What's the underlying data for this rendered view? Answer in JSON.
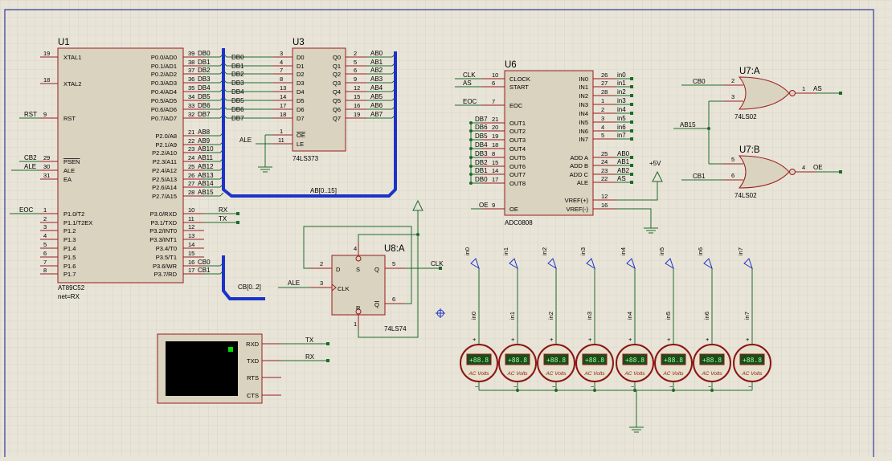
{
  "u1": {
    "ref": "U1",
    "part": "AT89C52",
    "prop": "net=RX",
    "left": [
      {
        "n": "19",
        "l": "XTAL1"
      },
      {
        "n": "18",
        "l": "XTAL2"
      },
      {
        "n": "9",
        "l": "RST"
      },
      {
        "n": "29",
        "l": "PSEN"
      },
      {
        "n": "30",
        "l": "ALE"
      },
      {
        "n": "31",
        "l": "EA"
      },
      {
        "n": "1",
        "l": "P1.0/T2"
      },
      {
        "n": "2",
        "l": "P1.1/T2EX"
      },
      {
        "n": "3",
        "l": "P1.2"
      },
      {
        "n": "4",
        "l": "P1.3"
      },
      {
        "n": "5",
        "l": "P1.4"
      },
      {
        "n": "6",
        "l": "P1.5"
      },
      {
        "n": "7",
        "l": "P1.6"
      },
      {
        "n": "8",
        "l": "P1.7"
      }
    ],
    "right": [
      {
        "n": "39",
        "l": "P0.0/AD0",
        "net": "DB0"
      },
      {
        "n": "38",
        "l": "P0.1/AD1",
        "net": "DB1"
      },
      {
        "n": "37",
        "l": "P0.2/AD2",
        "net": "DB2"
      },
      {
        "n": "36",
        "l": "P0.3/AD3",
        "net": "DB3"
      },
      {
        "n": "35",
        "l": "P0.4/AD4",
        "net": "DB4"
      },
      {
        "n": "34",
        "l": "P0.5/AD5",
        "net": "DB5"
      },
      {
        "n": "33",
        "l": "P0.6/AD6",
        "net": "DB6"
      },
      {
        "n": "32",
        "l": "P0.7/AD7",
        "net": "DB7"
      },
      {
        "n": "21",
        "l": "P2.0/A8",
        "net": "AB8"
      },
      {
        "n": "22",
        "l": "P2.1/A9",
        "net": "AB9"
      },
      {
        "n": "23",
        "l": "P2.2/A10",
        "net": "AB10"
      },
      {
        "n": "24",
        "l": "P2.3/A11",
        "net": "AB11"
      },
      {
        "n": "25",
        "l": "P2.4/A12",
        "net": "AB12"
      },
      {
        "n": "26",
        "l": "P2.5/A13",
        "net": "AB13"
      },
      {
        "n": "27",
        "l": "P2.6/A14",
        "net": "AB14"
      },
      {
        "n": "28",
        "l": "P2.7/A15",
        "net": "AB15"
      },
      {
        "n": "10",
        "l": "P3.0/RXD",
        "net": ""
      },
      {
        "n": "11",
        "l": "P3.1/TXD",
        "net": ""
      },
      {
        "n": "12",
        "l": "P3.2/INT0",
        "net": ""
      },
      {
        "n": "13",
        "l": "P3.3/INT1",
        "net": ""
      },
      {
        "n": "14",
        "l": "P3.4/T0",
        "net": ""
      },
      {
        "n": "15",
        "l": "P3.5/T1",
        "net": ""
      },
      {
        "n": "16",
        "l": "P3.6/WR",
        "net": "CB0"
      },
      {
        "n": "17",
        "l": "P3.7/RD",
        "net": "CB1"
      }
    ],
    "netlabels": {
      "rst": "RST",
      "cb2": "CB2",
      "ale": "ALE",
      "eoc": "EOC",
      "rx": "RX",
      "tx": "TX"
    }
  },
  "u3": {
    "ref": "U3",
    "part": "74LS373",
    "left": [
      {
        "n": "3",
        "l": "D0",
        "net": "DB0"
      },
      {
        "n": "4",
        "l": "D1",
        "net": "DB1"
      },
      {
        "n": "7",
        "l": "D2",
        "net": "DB2"
      },
      {
        "n": "8",
        "l": "D3",
        "net": "DB3"
      },
      {
        "n": "13",
        "l": "D4",
        "net": "DB4"
      },
      {
        "n": "14",
        "l": "D5",
        "net": "DB5"
      },
      {
        "n": "17",
        "l": "D6",
        "net": "DB6"
      },
      {
        "n": "18",
        "l": "D7",
        "net": "DB7"
      }
    ],
    "right": [
      {
        "n": "2",
        "l": "Q0",
        "net": "AB0"
      },
      {
        "n": "5",
        "l": "Q1",
        "net": "AB1"
      },
      {
        "n": "6",
        "l": "Q2",
        "net": "AB2"
      },
      {
        "n": "9",
        "l": "Q3",
        "net": "AB3"
      },
      {
        "n": "12",
        "l": "Q4",
        "net": "AB4"
      },
      {
        "n": "15",
        "l": "Q5",
        "net": "AB5"
      },
      {
        "n": "16",
        "l": "Q6",
        "net": "AB6"
      },
      {
        "n": "19",
        "l": "Q7",
        "net": "AB7"
      }
    ],
    "oe": {
      "n": "1",
      "l": "OE"
    },
    "le": {
      "n": "11",
      "l": "LE"
    },
    "ale": "ALE"
  },
  "buses": {
    "ab": "AB[0..15]",
    "cb": "CB[0..2]"
  },
  "u6": {
    "ref": "U6",
    "part": "ADC0808",
    "left": [
      {
        "n": "10",
        "l": "CLOCK",
        "net": "CLK"
      },
      {
        "n": "6",
        "l": "START",
        "net": "AS"
      },
      {
        "n": "7",
        "l": "EOC",
        "net": "EOC"
      },
      {
        "n": "21",
        "l": "OUT1",
        "net": "DB7"
      },
      {
        "n": "20",
        "l": "OUT2",
        "net": "DB6"
      },
      {
        "n": "19",
        "l": "OUT3",
        "net": "DB5"
      },
      {
        "n": "18",
        "l": "OUT4",
        "net": "DB4"
      },
      {
        "n": "8",
        "l": "OUT5",
        "net": "DB3"
      },
      {
        "n": "15",
        "l": "OUT6",
        "net": "DB2"
      },
      {
        "n": "14",
        "l": "OUT7",
        "net": "DB1"
      },
      {
        "n": "17",
        "l": "OUT8",
        "net": "DB0"
      },
      {
        "n": "9",
        "l": "OE",
        "net": "OE"
      }
    ],
    "right": [
      {
        "n": "26",
        "l": "IN0",
        "net": "in0"
      },
      {
        "n": "27",
        "l": "IN1",
        "net": "in1"
      },
      {
        "n": "28",
        "l": "IN2",
        "net": "in2"
      },
      {
        "n": "1",
        "l": "IN3",
        "net": "in3"
      },
      {
        "n": "2",
        "l": "IN4",
        "net": "in4"
      },
      {
        "n": "3",
        "l": "IN5",
        "net": "in5"
      },
      {
        "n": "4",
        "l": "IN6",
        "net": "in6"
      },
      {
        "n": "5",
        "l": "IN7",
        "net": "in7"
      },
      {
        "n": "25",
        "l": "ADD A",
        "net": "AB0"
      },
      {
        "n": "24",
        "l": "ADD B",
        "net": "AB1"
      },
      {
        "n": "23",
        "l": "ADD C",
        "net": "AB2"
      },
      {
        "n": "22",
        "l": "ALE",
        "net": "AS"
      },
      {
        "n": "12",
        "l": "VREF(+)",
        "net": ""
      },
      {
        "n": "16",
        "l": "VREF(-)",
        "net": ""
      }
    ],
    "vcc": "+5V"
  },
  "u7a": {
    "ref": "U7:A",
    "part": "74LS02",
    "in1": {
      "n": "2",
      "net": "CB0"
    },
    "in2": {
      "n": "3"
    },
    "out": {
      "n": "1",
      "net": "AS"
    },
    "ab15": "AB15"
  },
  "u7b": {
    "ref": "U7:B",
    "part": "74LS02",
    "in1": {
      "n": "5"
    },
    "in2": {
      "n": "6",
      "net": "CB1"
    },
    "out": {
      "n": "4",
      "net": "OE"
    }
  },
  "u8": {
    "ref": "U8:A",
    "part": "74LS74",
    "d": {
      "n": "2",
      "l": "D"
    },
    "clk": {
      "n": "3",
      "l": "CLK",
      "net": "ALE"
    },
    "q": {
      "n": "5",
      "l": "Q",
      "net": "CLK"
    },
    "qn": {
      "n": "6",
      "l": "Q"
    },
    "s": {
      "n": "4",
      "l": "S"
    },
    "r": {
      "n": "1",
      "l": "R"
    }
  },
  "terminal": {
    "pins": [
      "RXD",
      "TXD",
      "RTS",
      "CTS"
    ],
    "tx": "TX",
    "rx": "RX"
  },
  "voltmeters": {
    "reading": "+88.8",
    "unit": "AC Volts",
    "nets": [
      "in0",
      "in1",
      "in2",
      "in3",
      "in4",
      "in5",
      "in6",
      "in7"
    ]
  },
  "colors": {
    "bg": "#e8e4d8",
    "grid": "#d0ccbf",
    "border": "#2d3a9a",
    "wire": "#1e6b2a",
    "bus": "#1c33c7",
    "part": "#9a1b1b",
    "partfill": "#d9d3bf",
    "meter": "#8c1515",
    "lcd": "#1b4d1b"
  }
}
